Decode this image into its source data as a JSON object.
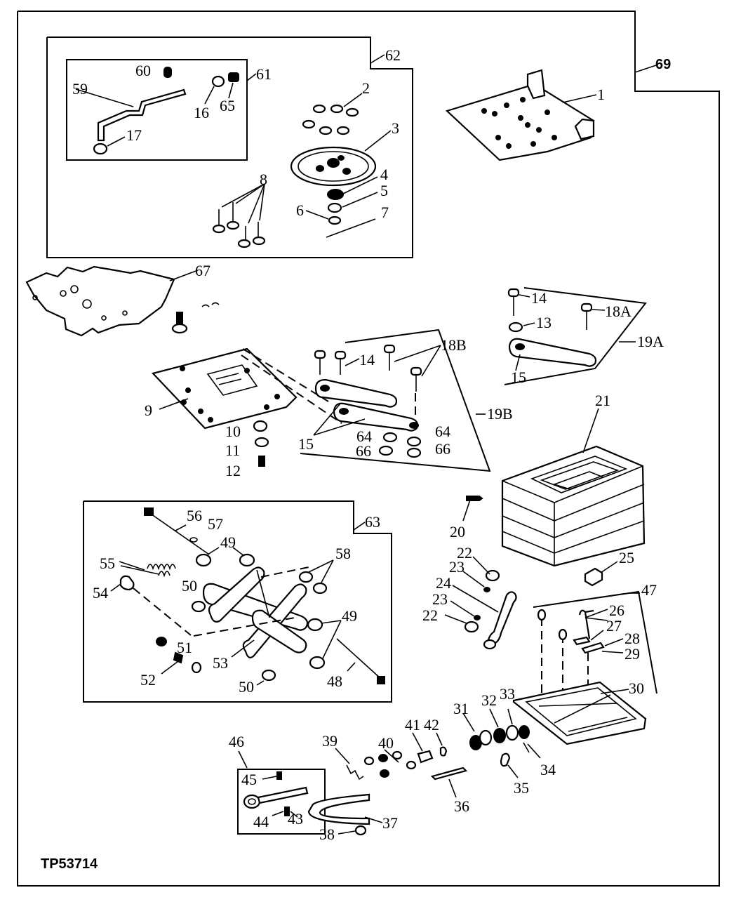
{
  "drawing_id": "TP53714",
  "callouts": [
    {
      "id": "c1",
      "text": "1"
    },
    {
      "id": "c2",
      "text": "2"
    },
    {
      "id": "c3",
      "text": "3"
    },
    {
      "id": "c4",
      "text": "4"
    },
    {
      "id": "c5",
      "text": "5"
    },
    {
      "id": "c6",
      "text": "6"
    },
    {
      "id": "c7",
      "text": "7"
    },
    {
      "id": "c8",
      "text": "8"
    },
    {
      "id": "c9",
      "text": "9"
    },
    {
      "id": "c10",
      "text": "10"
    },
    {
      "id": "c11",
      "text": "11"
    },
    {
      "id": "c12",
      "text": "12"
    },
    {
      "id": "c13",
      "text": "13"
    },
    {
      "id": "c14a",
      "text": "14"
    },
    {
      "id": "c14b",
      "text": "14"
    },
    {
      "id": "c15a",
      "text": "15"
    },
    {
      "id": "c15b",
      "text": "15"
    },
    {
      "id": "c16",
      "text": "16"
    },
    {
      "id": "c17",
      "text": "17"
    },
    {
      "id": "c18a",
      "text": "18A"
    },
    {
      "id": "c18b",
      "text": "18B"
    },
    {
      "id": "c19a",
      "text": "19A"
    },
    {
      "id": "c19b",
      "text": "19B"
    },
    {
      "id": "c20",
      "text": "20"
    },
    {
      "id": "c21",
      "text": "21"
    },
    {
      "id": "c22a",
      "text": "22"
    },
    {
      "id": "c22b",
      "text": "22"
    },
    {
      "id": "c23a",
      "text": "23"
    },
    {
      "id": "c23b",
      "text": "23"
    },
    {
      "id": "c24",
      "text": "24"
    },
    {
      "id": "c25",
      "text": "25"
    },
    {
      "id": "c26",
      "text": "26"
    },
    {
      "id": "c27",
      "text": "27"
    },
    {
      "id": "c28",
      "text": "28"
    },
    {
      "id": "c29",
      "text": "29"
    },
    {
      "id": "c30",
      "text": "30"
    },
    {
      "id": "c31",
      "text": "31"
    },
    {
      "id": "c32",
      "text": "32"
    },
    {
      "id": "c33",
      "text": "33"
    },
    {
      "id": "c34",
      "text": "34"
    },
    {
      "id": "c35",
      "text": "35"
    },
    {
      "id": "c36",
      "text": "36"
    },
    {
      "id": "c37",
      "text": "37"
    },
    {
      "id": "c38",
      "text": "38"
    },
    {
      "id": "c39",
      "text": "39"
    },
    {
      "id": "c40",
      "text": "40"
    },
    {
      "id": "c41",
      "text": "41"
    },
    {
      "id": "c42",
      "text": "42"
    },
    {
      "id": "c43",
      "text": "43"
    },
    {
      "id": "c44",
      "text": "44"
    },
    {
      "id": "c45",
      "text": "45"
    },
    {
      "id": "c46",
      "text": "46"
    },
    {
      "id": "c47",
      "text": "47"
    },
    {
      "id": "c48",
      "text": "48"
    },
    {
      "id": "c49a",
      "text": "49"
    },
    {
      "id": "c49b",
      "text": "49"
    },
    {
      "id": "c50a",
      "text": "50"
    },
    {
      "id": "c50b",
      "text": "50"
    },
    {
      "id": "c51",
      "text": "51"
    },
    {
      "id": "c52",
      "text": "52"
    },
    {
      "id": "c53",
      "text": "53"
    },
    {
      "id": "c54",
      "text": "54"
    },
    {
      "id": "c55",
      "text": "55"
    },
    {
      "id": "c56",
      "text": "56"
    },
    {
      "id": "c57",
      "text": "57"
    },
    {
      "id": "c58",
      "text": "58"
    },
    {
      "id": "c59",
      "text": "59"
    },
    {
      "id": "c60",
      "text": "60"
    },
    {
      "id": "c61",
      "text": "61"
    },
    {
      "id": "c62",
      "text": "62"
    },
    {
      "id": "c63",
      "text": "63"
    },
    {
      "id": "c64a",
      "text": "64"
    },
    {
      "id": "c64b",
      "text": "64"
    },
    {
      "id": "c65",
      "text": "65"
    },
    {
      "id": "c66a",
      "text": "66"
    },
    {
      "id": "c66b",
      "text": "66"
    },
    {
      "id": "c67",
      "text": "67"
    },
    {
      "id": "c69",
      "text": "69"
    }
  ]
}
